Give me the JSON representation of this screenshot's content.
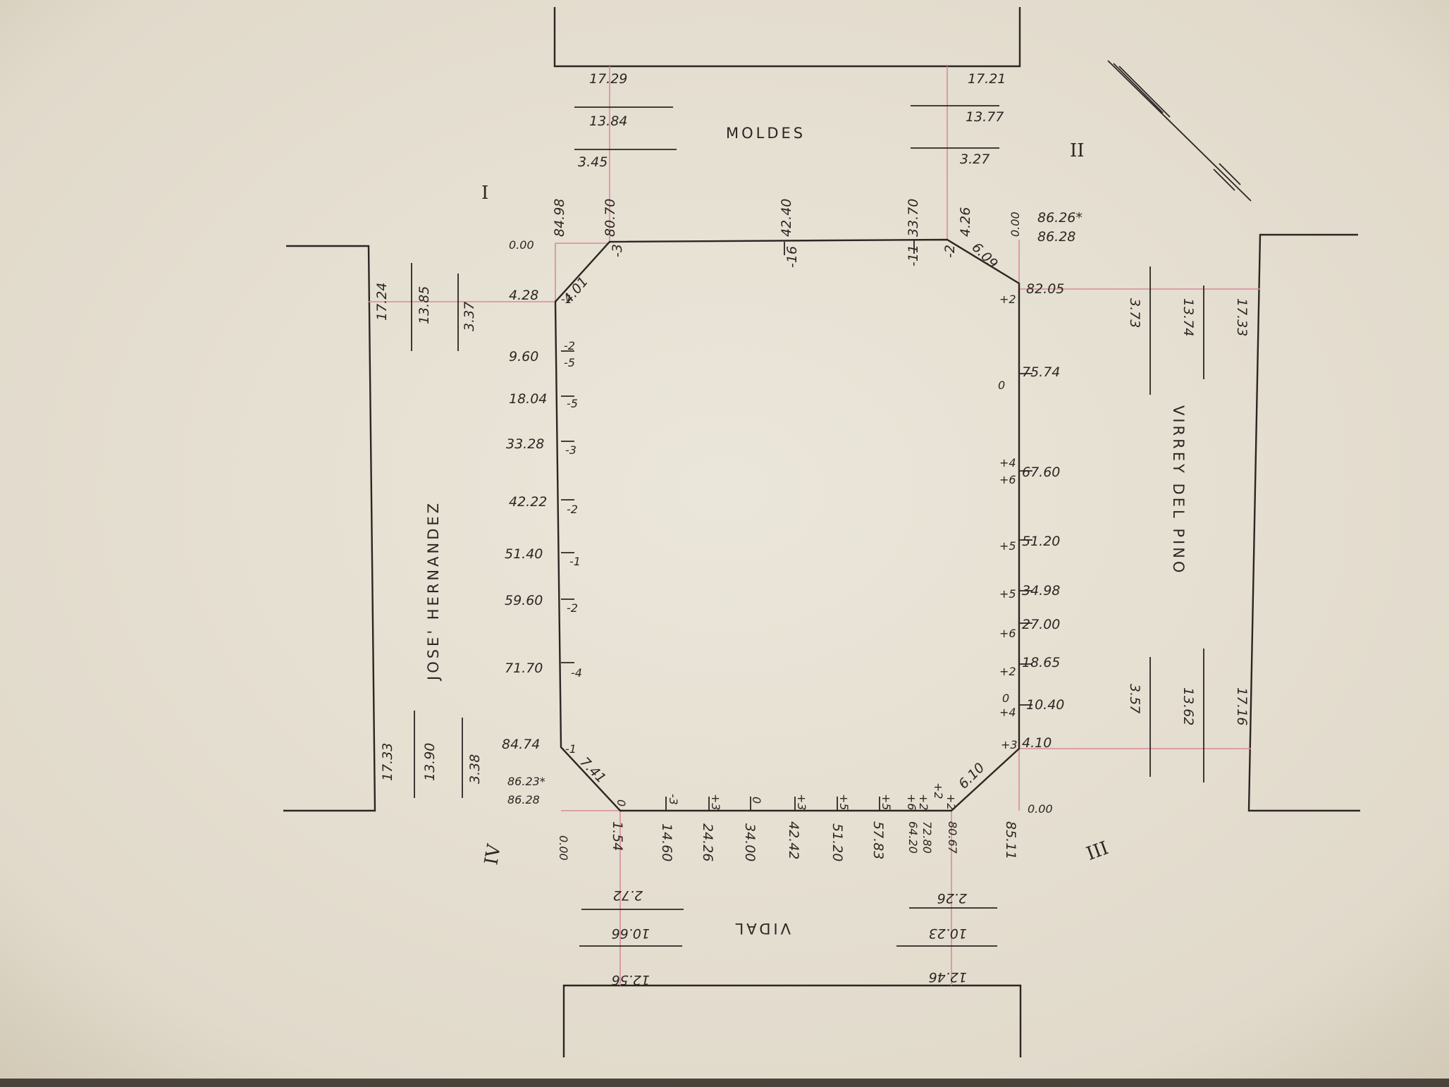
{
  "streets": {
    "top": "MOLDES",
    "left": "JOSE' HERNANDEZ",
    "right": "VIRREY DEL PINO",
    "bottom": "VIDAL"
  },
  "corners": {
    "c1": "I",
    "c2": "II",
    "c3": "III",
    "c4": "IV"
  },
  "top_widths": {
    "left": {
      "a": "17.29",
      "b": "13.84",
      "c": "3.45"
    },
    "right": {
      "a": "17.21",
      "b": "13.77",
      "c": "3.27"
    }
  },
  "left_widths": {
    "upper": {
      "a": "17.24",
      "b": "13.85",
      "c": "3.37"
    },
    "lower": {
      "a": "17.33",
      "b": "13.90",
      "c": "3.38"
    }
  },
  "right_widths": {
    "upper": {
      "a": "3.73",
      "b": "13.74",
      "c": "17.33"
    },
    "lower": {
      "a": "3.57",
      "b": "13.62",
      "c": "17.16"
    }
  },
  "bottom_widths": {
    "left": {
      "a": "2.72",
      "b": "10.66",
      "c": "12.56"
    },
    "right": {
      "a": "2.26",
      "b": "10.23",
      "c": "12.46"
    }
  },
  "top_chain": [
    "84.98",
    "80.70",
    "42.40",
    "33.70",
    "4.26",
    "0.00"
  ],
  "top_levels": [
    "-3",
    "-16",
    "-11",
    "-2"
  ],
  "top_extra": [
    "86.26*",
    "86.28"
  ],
  "left_chain": [
    "0.00",
    "4.28",
    "9.60",
    "18.04",
    "33.28",
    "42.22",
    "51.40",
    "59.60",
    "71.70",
    "84.74",
    "86.23*",
    "86.28"
  ],
  "left_levels": [
    "-1",
    "-2",
    "-5",
    "-5",
    "-3",
    "-2",
    "-1",
    "-2",
    "-4",
    "-1"
  ],
  "right_chain": [
    "82.05",
    "75.74",
    "67.60",
    "51.20",
    "34.98",
    "27.00",
    "18.65",
    "10.40",
    "4.10",
    "0.00"
  ],
  "right_levels": [
    "+2",
    "0",
    "+4",
    "+6",
    "+5",
    "+5",
    "+6",
    "+2",
    "0",
    "+4",
    "+3"
  ],
  "bottom_chain": [
    "0.00",
    "1.54",
    "14.60",
    "24.26",
    "34.00",
    "42.42",
    "51.20",
    "57.83",
    "64.20",
    "72.80",
    "80.67",
    "85.11"
  ],
  "bottom_levels": [
    "0",
    "-3",
    "+3",
    "0",
    "+3",
    "+5",
    "+5",
    "+6",
    "+2",
    "+2",
    "+2"
  ],
  "chamfers": {
    "nw": "4.01",
    "ne": "6.09",
    "sw": "7.41",
    "se": "6.10"
  },
  "colors": {
    "paper": "#e6e0d3",
    "ink": "#2b2622",
    "reference_line": "#d98a9a"
  }
}
